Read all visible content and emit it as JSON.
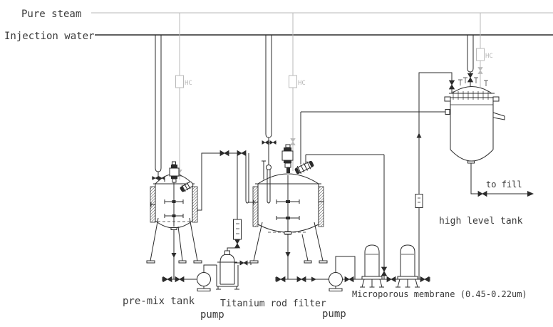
{
  "diagram": {
    "labels": {
      "pure_steam": "Pure steam",
      "injection_water": "Injection water",
      "premix_tank": "pre-mix tank",
      "pump1": "pump",
      "titanium_filter": "Titanium rod filter",
      "pump2": "pump",
      "membrane": "Microporous membrane (0.45-0.22um)",
      "high_level_tank": "high level tank",
      "to_fill": "to fill",
      "hc1": "HC",
      "hc2": "HC",
      "hc3": "HC"
    },
    "colors": {
      "process_line": "#2b2b2b",
      "steam_line": "#b9b9b9",
      "text": "#3a3a3a",
      "background": "#ffffff"
    }
  }
}
